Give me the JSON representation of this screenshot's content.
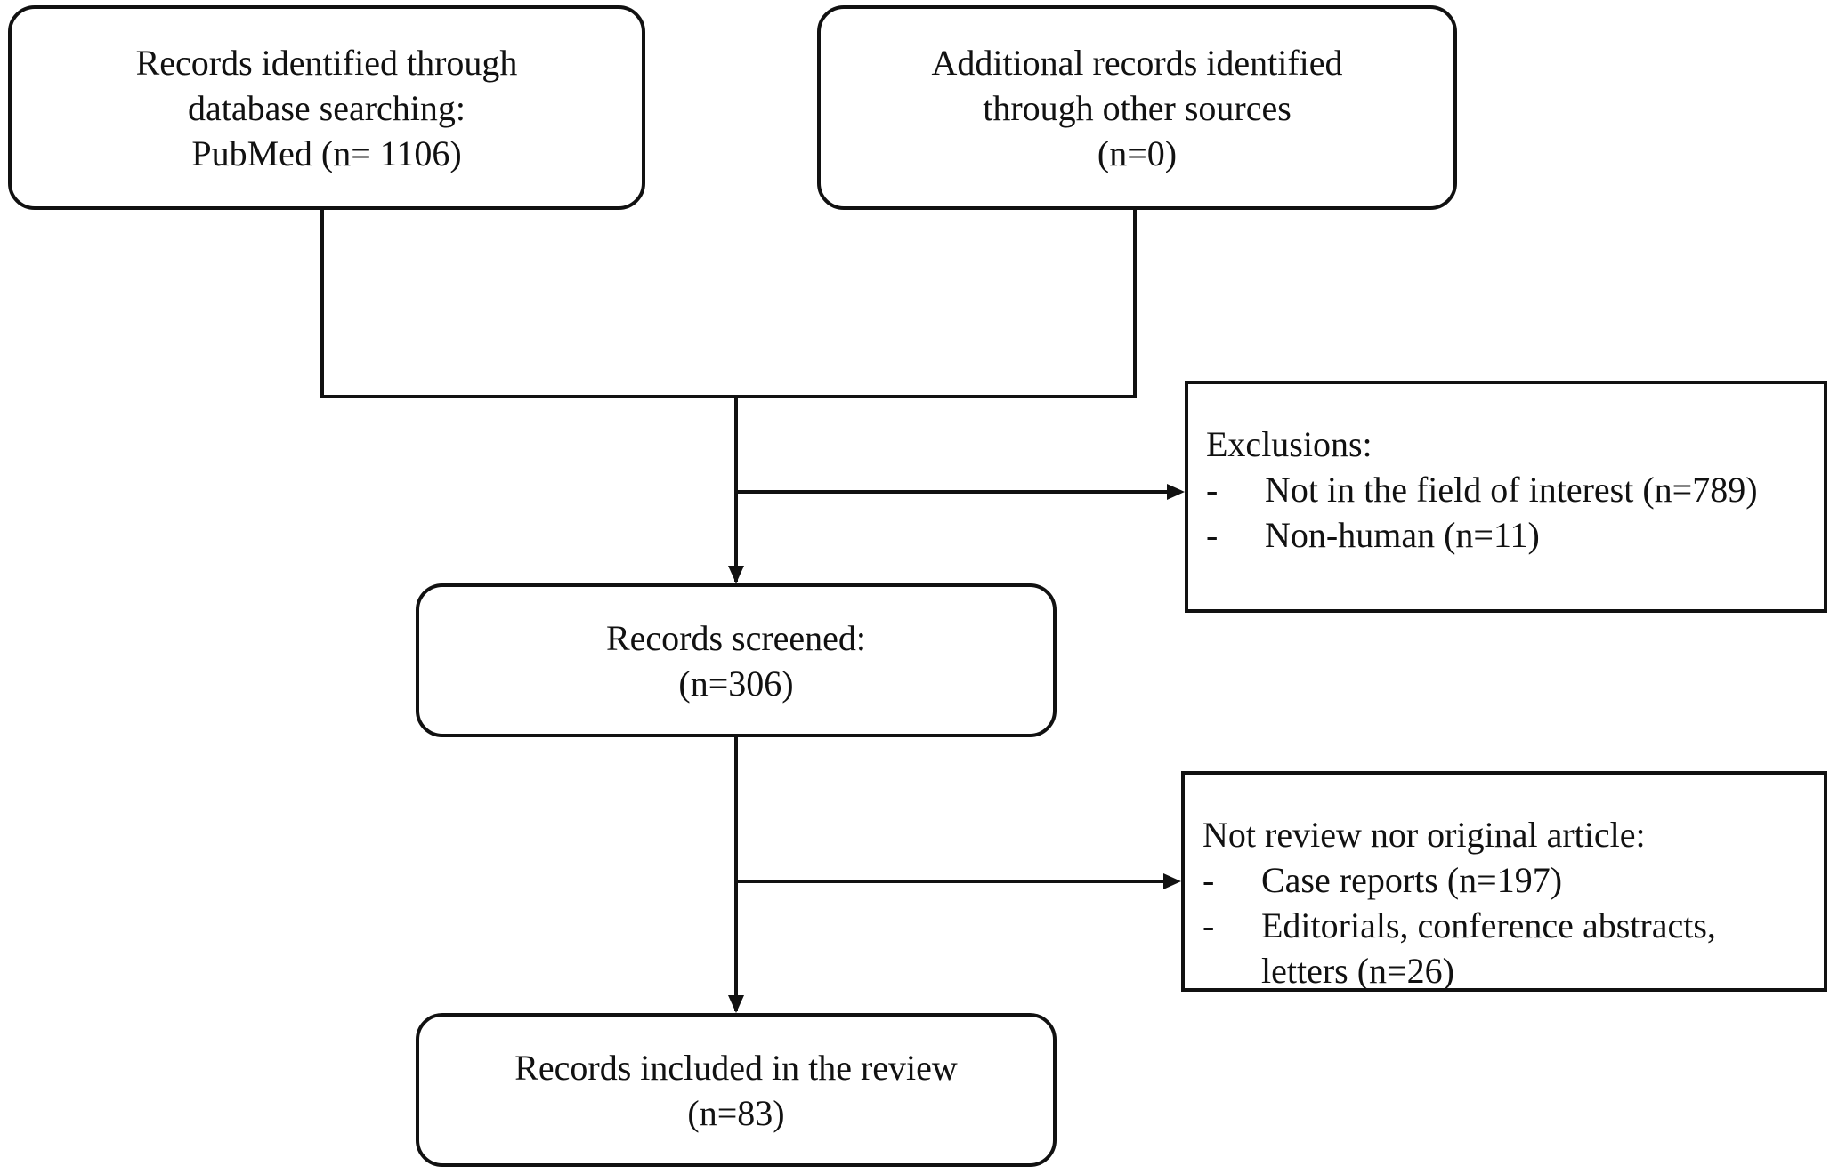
{
  "colors": {
    "stroke": "#111111",
    "background": "#ffffff"
  },
  "boxes": {
    "database": {
      "lines": [
        "Records identified through",
        "database searching:",
        "PubMed (n= 1106)"
      ]
    },
    "other_sources": {
      "lines": [
        "Additional records identified",
        "through other sources",
        "(n=0)"
      ]
    },
    "screened": {
      "lines": [
        "Records screened:",
        "(n=306)"
      ]
    },
    "included": {
      "lines": [
        "Records included in the review",
        "(n=83)"
      ]
    },
    "exclusions": {
      "title": "Exclusions:",
      "items": [
        {
          "dash": "-",
          "text": "Not in the field of interest (n=789)"
        },
        {
          "dash": "-",
          "text": "Non-human (n=11)"
        }
      ]
    },
    "not_review": {
      "title": "Not review nor original article:",
      "items": [
        {
          "dash": "-",
          "text": "Case reports (n=197)"
        },
        {
          "dash": "-",
          "text_lines": [
            "Editorials, conference abstracts,",
            "letters (n=26)"
          ]
        }
      ]
    }
  }
}
